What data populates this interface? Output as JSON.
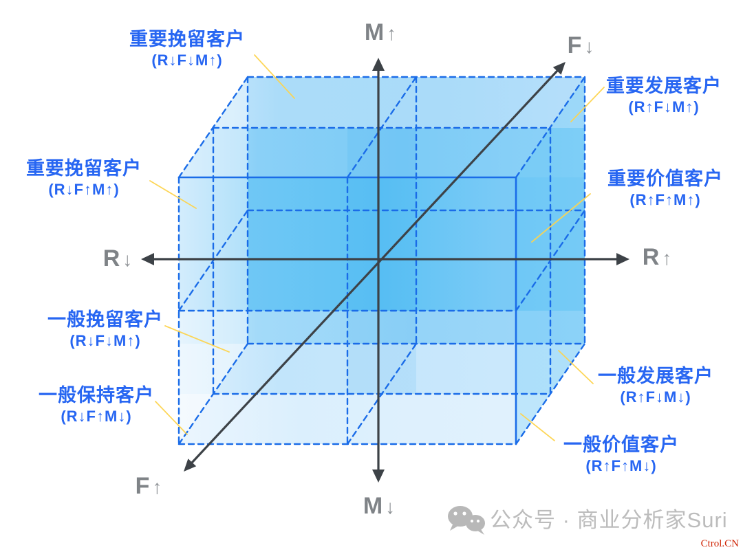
{
  "diagram": {
    "axes": {
      "m_up": {
        "letter": "M",
        "arrow": "↑"
      },
      "m_down": {
        "letter": "M",
        "arrow": "↓"
      },
      "r_down": {
        "letter": "R",
        "arrow": "↓"
      },
      "r_up": {
        "letter": "R",
        "arrow": "↑"
      },
      "f_down": {
        "letter": "F",
        "arrow": "↓"
      },
      "f_up": {
        "letter": "F",
        "arrow": "↑"
      }
    },
    "segments": [
      {
        "id": "important-retain-top",
        "title": "重要挽留客户",
        "formula": "(R↓F↓M↑)"
      },
      {
        "id": "important-develop",
        "title": "重要发展客户",
        "formula": "(R↑F↓M↑)"
      },
      {
        "id": "important-retain-left",
        "title": "重要挽留客户",
        "formula": "(R↓F↑M↑)"
      },
      {
        "id": "important-value",
        "title": "重要价值客户",
        "formula": "(R↑F↑M↑)"
      },
      {
        "id": "general-retain",
        "title": "一般挽留客户",
        "formula": "(R↓F↓M↑)"
      },
      {
        "id": "general-keep",
        "title": "一般保持客户",
        "formula": "(R↓F↑M↓)"
      },
      {
        "id": "general-develop",
        "title": "一般发展客户",
        "formula": "(R↑F↓M↓)"
      },
      {
        "id": "general-value",
        "title": "一般价值客户",
        "formula": "(R↑F↑M↓)"
      }
    ],
    "watermark": {
      "text": "公众号 · 商业分析家Suri"
    },
    "footer": {
      "text": "Ctrol.CN"
    },
    "colors": {
      "label_blue": "#2766f2",
      "line_blue": "#1a6ce8",
      "axis_gray": "#3d4247",
      "callout_yellow": "#fdd44f",
      "watermark_gray": "#bcbcbc",
      "footer_red": "#cf2404"
    }
  }
}
